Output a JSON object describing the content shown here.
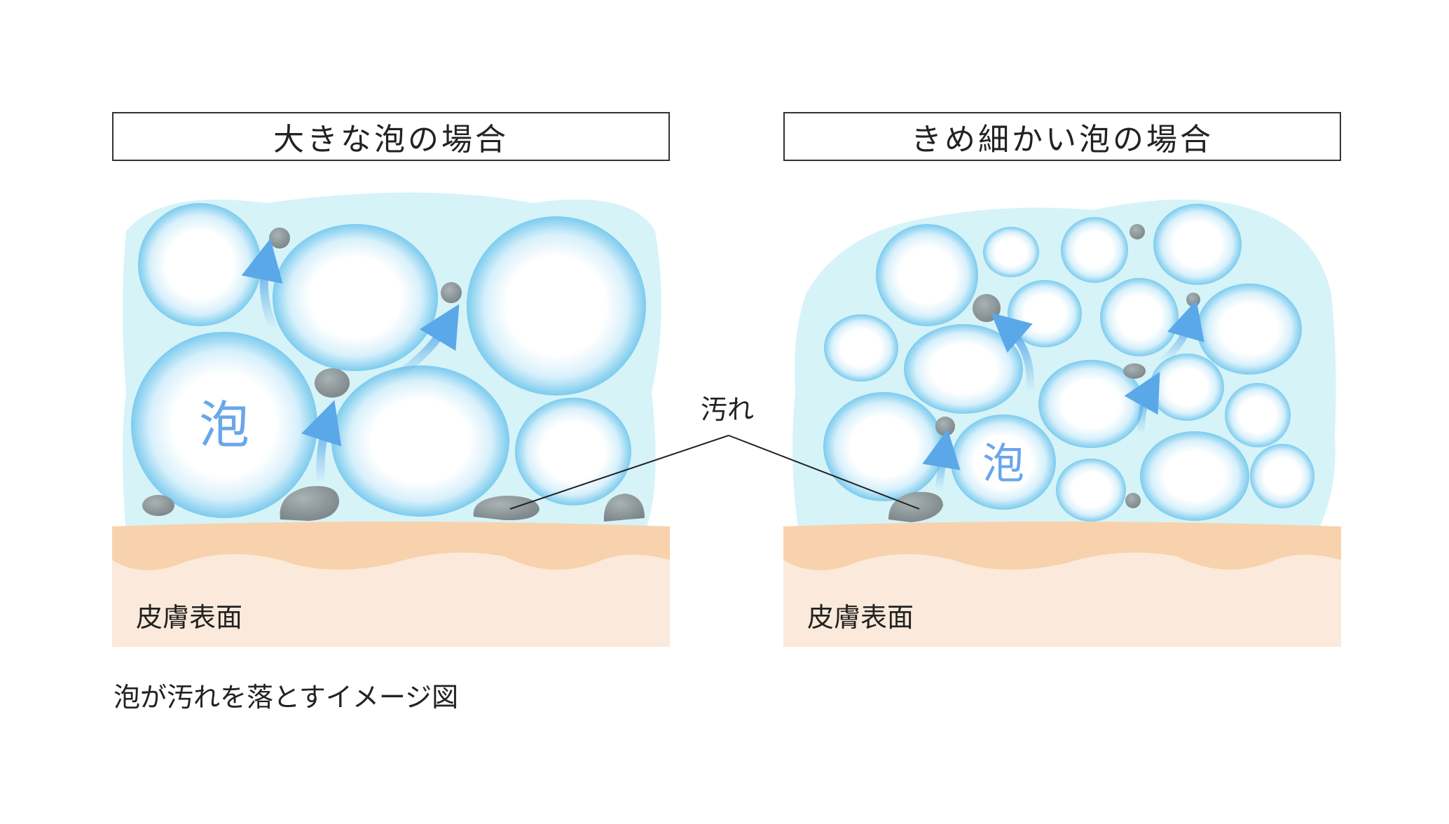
{
  "panels": [
    {
      "title": "大きな泡の場合",
      "bubble_label": "泡",
      "skin_label": "皮膚表面"
    },
    {
      "title": "きめ細かい泡の場合",
      "bubble_label": "泡",
      "skin_label": "皮膚表面"
    }
  ],
  "dirt_label": "汚れ",
  "caption": "泡が汚れを落とすイメージ図",
  "colors": {
    "foam_bg": "#d6f3f8",
    "bubble_edge": "#6cc3ea",
    "bubble_center": "#ffffff",
    "dirt": "#8a9496",
    "arrow": "#5ba8e8",
    "skin_top": "#f8d2ac",
    "skin_body": "#fbeadb",
    "label_blue": "#6aa6ea"
  }
}
